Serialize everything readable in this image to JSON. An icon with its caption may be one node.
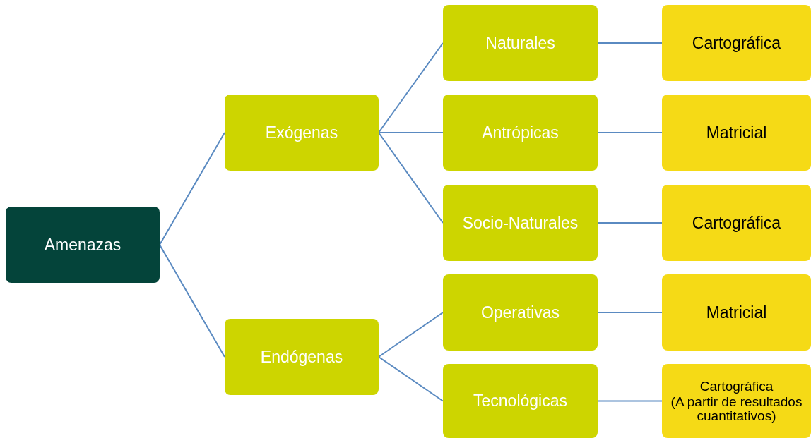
{
  "diagram": {
    "nodes": [
      {
        "text": [
          "Amenazas"
        ]
      },
      {
        "text": [
          "Exógenas"
        ]
      },
      {
        "text": [
          "Naturales"
        ]
      },
      {
        "text": [
          "Cartográfica"
        ]
      },
      {
        "text": [
          "Antrópicas"
        ]
      },
      {
        "text": [
          "Matricial"
        ]
      },
      {
        "text": [
          "Socio-Naturales"
        ]
      },
      {
        "text": [
          "Cartográfica"
        ]
      },
      {
        "text": [
          "Endógenas"
        ]
      },
      {
        "text": [
          "Operativas"
        ]
      },
      {
        "text": [
          "Matricial"
        ]
      },
      {
        "text": [
          "Tecnológicas"
        ]
      },
      {
        "text": [
          "Cartográfica",
          "(A partir de resultados cuantitativos)"
        ]
      }
    ],
    "edges": [
      {
        "from": 0,
        "to": 1,
        "arrow": "none"
      },
      {
        "from": 0,
        "to": 8,
        "arrow": "none"
      },
      {
        "from": 1,
        "to": 2,
        "arrow": "none"
      },
      {
        "from": 1,
        "to": 4,
        "arrow": "none"
      },
      {
        "from": 1,
        "to": 6,
        "arrow": "none"
      },
      {
        "from": 8,
        "to": 9,
        "arrow": "none"
      },
      {
        "from": 8,
        "to": 11,
        "arrow": "none"
      },
      {
        "from": 2,
        "to": 3,
        "arrow": "none"
      },
      {
        "from": 4,
        "to": 5,
        "arrow": "none"
      },
      {
        "from": 6,
        "to": 7,
        "arrow": "none"
      },
      {
        "from": 9,
        "to": 10,
        "arrow": "none"
      },
      {
        "from": 11,
        "to": 12,
        "arrow": "none"
      }
    ]
  }
}
